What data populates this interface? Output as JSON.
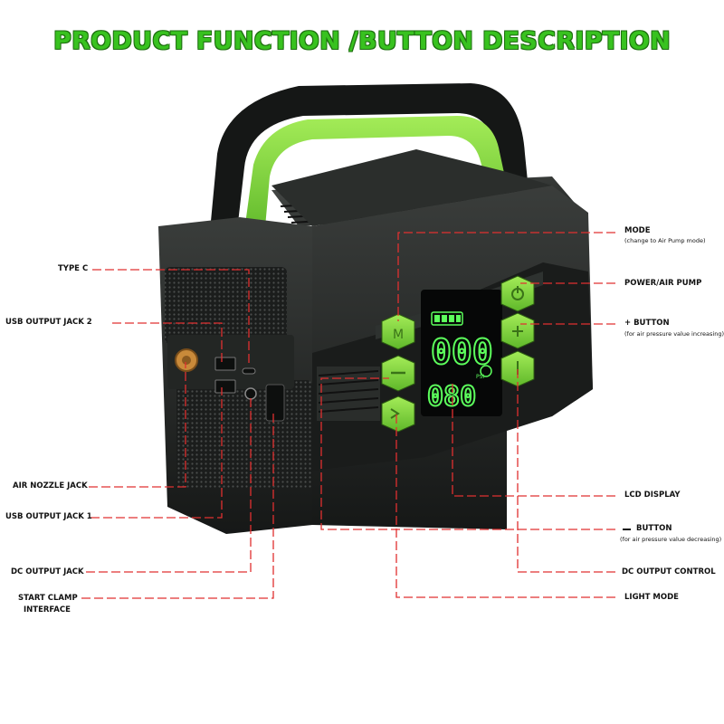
{
  "title": "PRODUCT FUNCTION /BUTTON DESCRIPTION",
  "colors": {
    "accent": "#7fd63a",
    "body": "#1f2220",
    "leader": "#e03030",
    "title": "#38c21f",
    "lcd": "#5cff5c"
  },
  "lcd": {
    "top_reading": "000",
    "bottom_reading": "080",
    "unit": "PSI"
  },
  "labels": {
    "type_c": "TYPE C",
    "usb_output_jack_2": "USB OUTPUT JACK 2",
    "air_nozzle_jack": "AIR NOZZLE JACK",
    "usb_output_jack_1": "USB OUTPUT JACK 1",
    "dc_output_jack": "DC OUTPUT JACK",
    "start_clamp_interface_line1": "START CLAMP",
    "start_clamp_interface_line2": "INTERFACE",
    "mode": "MODE",
    "mode_sub": "(change to Air Pump mode)",
    "power_air_pump": "POWER/AIR PUMP",
    "plus_button": "+ BUTTON",
    "plus_button_sub": "(for air pressure value increasing)",
    "lcd_display": "LCD DISPLAY",
    "minus_button": "BUTTON",
    "minus_button_sub": "(for air pressure value decreasing)",
    "dc_output_control": "DC OUTPUT CONTROL",
    "light_mode": "LIGHT MODE"
  },
  "icons": [
    "mode-button-icon",
    "power-icon",
    "plus-icon",
    "minus-icon",
    "light-icon",
    "dc-icon",
    "battery-icon",
    "fan-icon"
  ]
}
